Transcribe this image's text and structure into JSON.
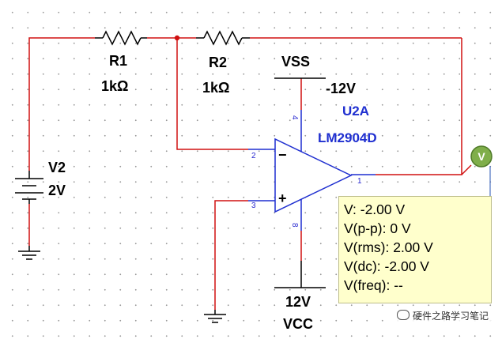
{
  "components": {
    "r1": {
      "name": "R1",
      "value": "1kΩ"
    },
    "r2": {
      "name": "R2",
      "value": "1kΩ"
    },
    "v2": {
      "name": "V2",
      "value": "2V"
    },
    "vss": {
      "name": "VSS",
      "value": "-12V"
    },
    "vcc": {
      "name": "VCC",
      "value": "12V"
    },
    "opamp": {
      "ref": "U2A",
      "part": "LM2904D",
      "pin_inv": "2",
      "pin_noninv": "3",
      "pin_out": "1",
      "pin_vminus": "4",
      "pin_vplus": "8",
      "minus_sign": "−",
      "plus_sign": "+"
    }
  },
  "probe": {
    "icon": "voltmeter-probe-icon",
    "tip_label": "V",
    "readings": [
      "V: -2.00 V",
      "V(p-p): 0 V",
      "V(rms): 2.00 V",
      "V(dc): -2.00 V",
      "V(freq): --"
    ]
  },
  "watermark": "硬件之路学习笔记",
  "colors": {
    "wire": "#d01010",
    "component": "#000000",
    "label_blue": "#1f2fd0",
    "probe_fill": "#7fae4a",
    "tooltip_bg": "#ffffcc"
  }
}
